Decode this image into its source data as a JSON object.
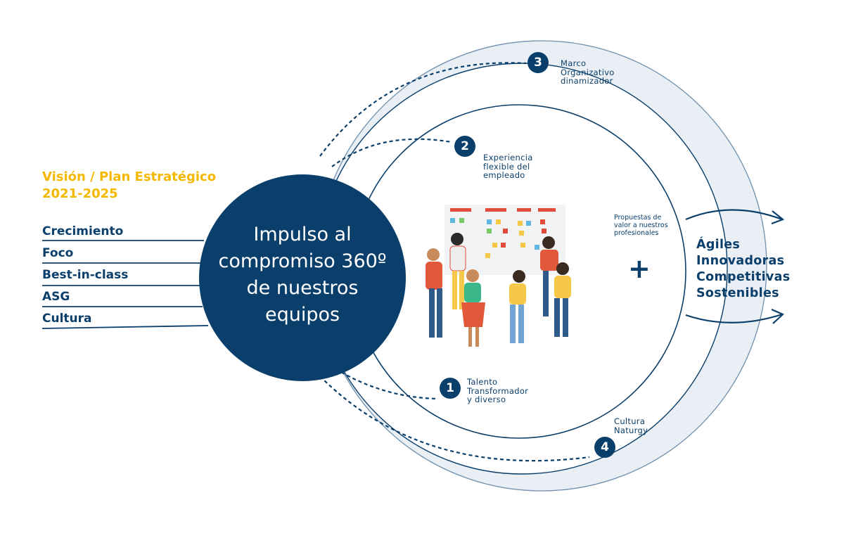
{
  "vision": {
    "title": "Visión / Plan Estratégico",
    "years": "2021-2025"
  },
  "pillars": [
    "Crecimiento",
    "Foco",
    "Best-in-class",
    "ASG",
    "Cultura"
  ],
  "center": {
    "line1": "Impulso al",
    "line2": "compromiso 360º",
    "line3": "de nuestros",
    "line4": "equipos"
  },
  "steps": [
    {
      "number": "1",
      "label": "Talento\nTransformador\ny diverso"
    },
    {
      "number": "2",
      "label": "Experiencia\nflexible del\nempleado"
    },
    {
      "number": "3",
      "label": "Marco\nOrganizativo\ndinamizador"
    },
    {
      "number": "4",
      "label": "Cultura\nNaturgy"
    }
  ],
  "propuestas": "Propuestas de\nvalor a nuestros\nprofesionales",
  "plus": "+",
  "outcomes": [
    "Ágiles",
    "Innovadoras",
    "Competitivas",
    "Sostenibles"
  ],
  "colors": {
    "navy": "#0b3f6b",
    "yellow": "#f5b800",
    "ring_fill": "#e9eff5"
  },
  "illustration": "team-collaboration-board-illustration"
}
